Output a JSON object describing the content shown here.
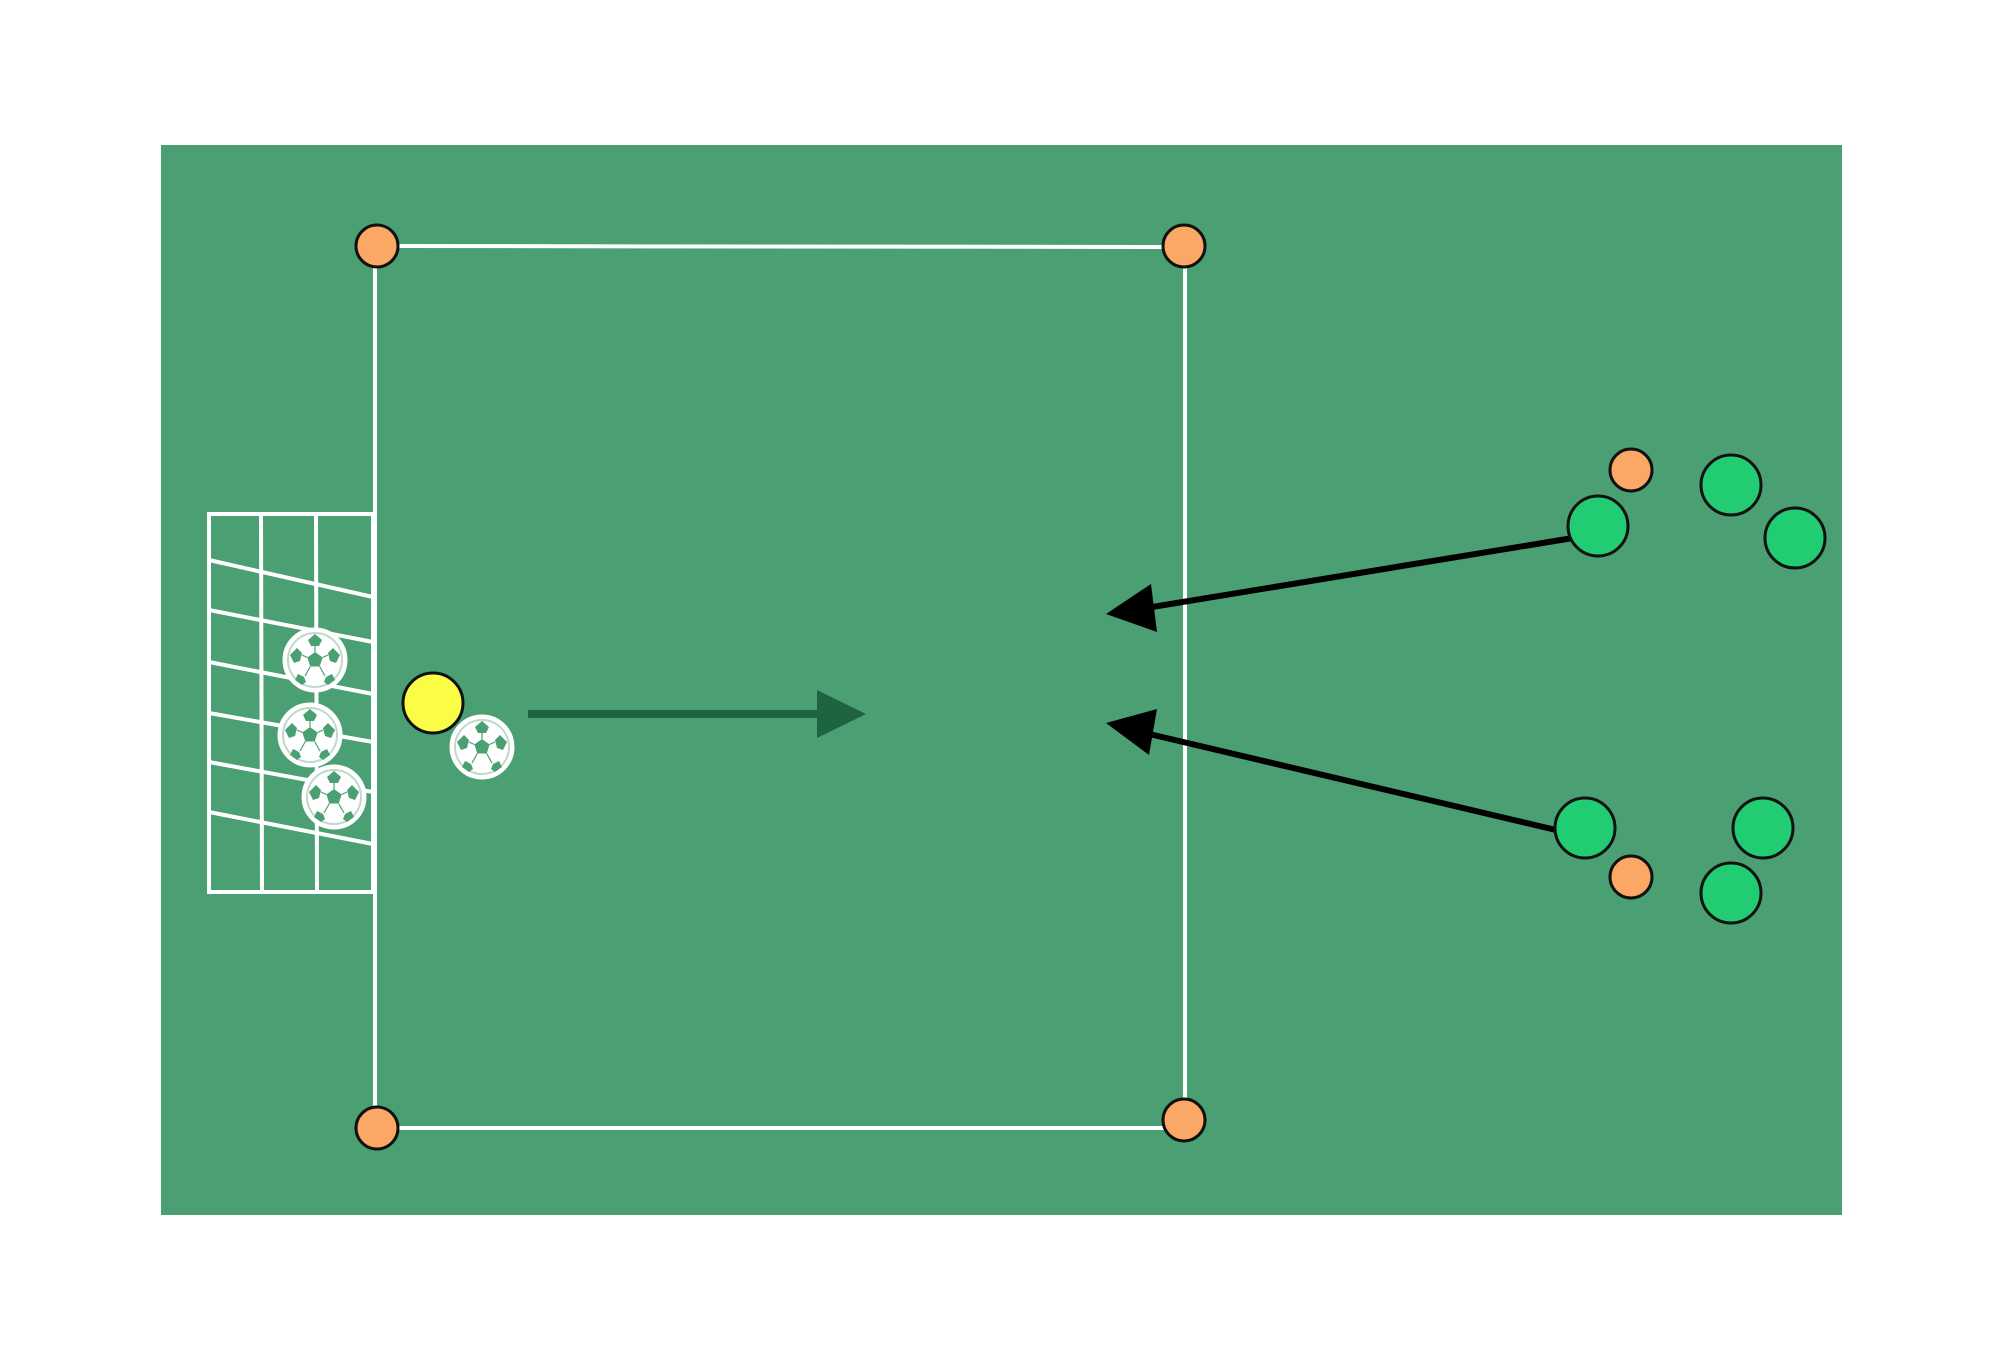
{
  "colors": {
    "background": "#ffffff",
    "pitch": "#4a9f73",
    "line": "#ffffff",
    "cone": "#fba766",
    "outline": "#111111",
    "server_player": "#fbfc45",
    "attacker": "#21cc72",
    "pass_arrow": "#1f6440",
    "run_arrow": "#000000",
    "ball": "#ffffff"
  },
  "icons": {
    "cone": "cone-marker-icon",
    "ball": "soccer-ball-icon",
    "goal": "goal-net-icon",
    "player": "player-icon"
  },
  "diagram": {
    "grid_cones": 4,
    "goal_balls": 3,
    "server_balls": 1,
    "servers": 1,
    "attacking_groups": 2,
    "players_per_group": 3
  }
}
